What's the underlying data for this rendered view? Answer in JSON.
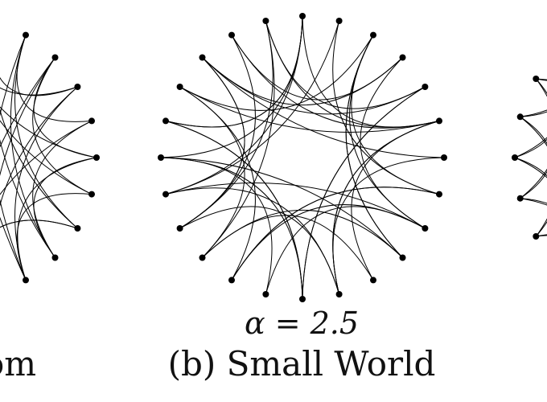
{
  "panels": [
    {
      "id": "a",
      "caption_fragment": "om"
    },
    {
      "id": "b",
      "parameter_label": "α = 2.5",
      "caption": "(b) Small World"
    }
  ],
  "colors": {
    "ink": "#000000",
    "background": "#ffffff"
  }
}
